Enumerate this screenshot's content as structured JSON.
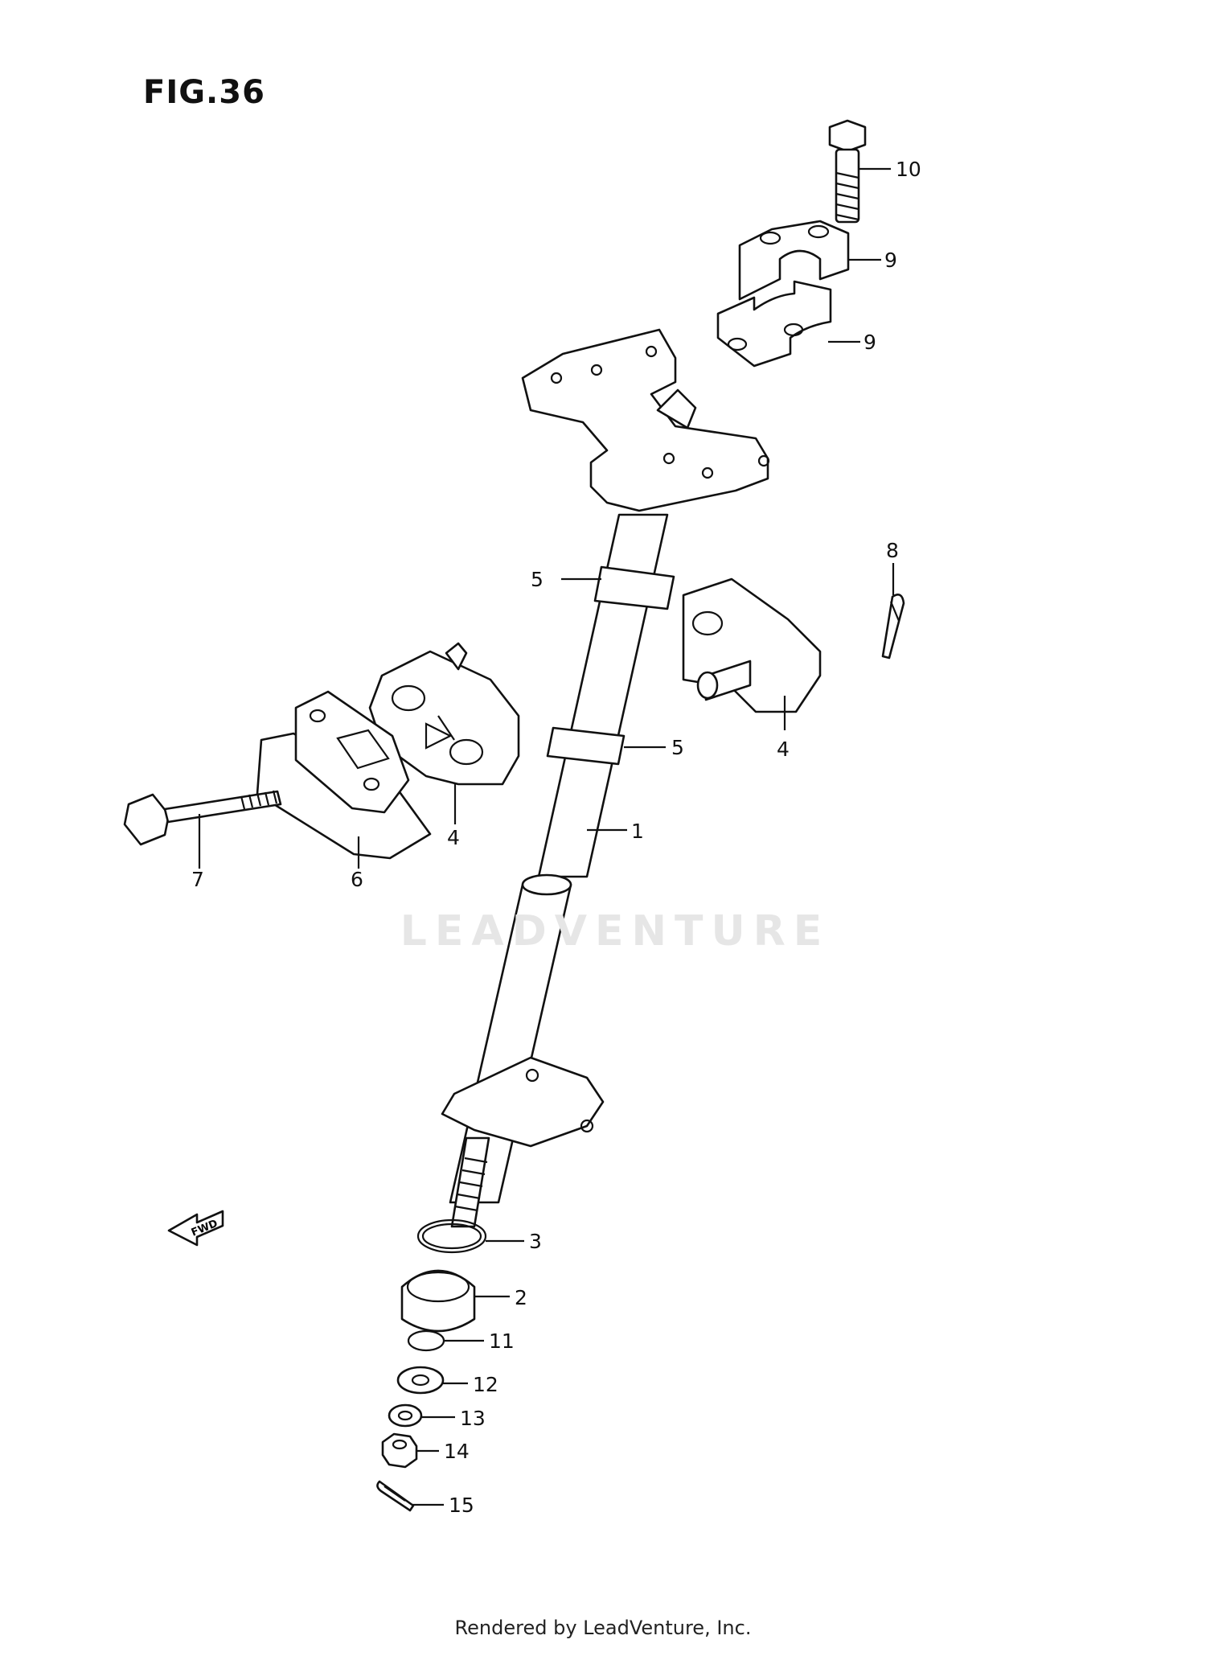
{
  "figure": {
    "title": "FIG.36"
  },
  "watermark": {
    "text": "LEADVENTURE"
  },
  "footer": {
    "credit": "Rendered by LeadVenture, Inc."
  },
  "fwd_arrow": {
    "label": "FWD"
  },
  "callouts": {
    "c1": "1",
    "c2": "2",
    "c3": "3",
    "c4a": "4",
    "c4b": "4",
    "c5a": "5",
    "c5b": "5",
    "c6": "6",
    "c7": "7",
    "c8": "8",
    "c9a": "9",
    "c9b": "9",
    "c10": "10",
    "c11": "11",
    "c12": "12",
    "c13": "13",
    "c14": "14",
    "c15": "15"
  }
}
